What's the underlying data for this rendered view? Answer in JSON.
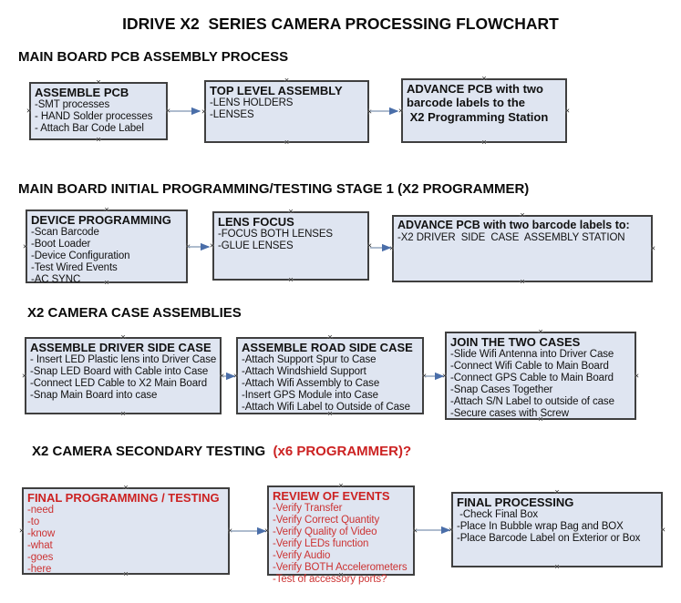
{
  "title": "IDRIVE X2  SERIES CAMERA PROCESSING FLOWCHART",
  "icons": {
    "connection_handle": "×"
  },
  "colors": {
    "box_fill": "#dfe5f1",
    "box_border": "#3f3f3f",
    "red_text": "#cc2222",
    "arrow_line": "#93a5bd",
    "arrow_head": "#4a6ea9"
  },
  "sections": [
    {
      "heading": "MAIN BOARD PCB ASSEMBLY PROCESS",
      "boxes": [
        {
          "title": "ASSEMBLE PCB",
          "items": [
            "-SMT processes",
            "- HAND Solder processes",
            "- Attach Bar Code Label"
          ]
        },
        {
          "title": "TOP LEVEL ASSEMBLY",
          "items": [
            "-LENS HOLDERS",
            "-LENSES"
          ]
        },
        {
          "title": "ADVANCE PCB with two",
          "items": [
            "barcode labels to the",
            " X2 Programming Station"
          ]
        }
      ]
    },
    {
      "heading": "MAIN BOARD INITIAL PROGRAMMING/TESTING STAGE 1 (X2 PROGRAMMER)",
      "boxes": [
        {
          "title": "DEVICE PROGRAMMING",
          "items": [
            "-Scan Barcode",
            "-Boot Loader",
            "-Device Configuration",
            "-Test Wired Events",
            "-AC SYNC"
          ]
        },
        {
          "title": "LENS FOCUS",
          "items": [
            "-FOCUS BOTH LENSES",
            "-GLUE LENSES"
          ]
        },
        {
          "title": "ADVANCE PCB with two barcode labels to:",
          "items": [
            "-X2 DRIVER  SIDE  CASE  ASSEMBLY STATION"
          ]
        }
      ]
    },
    {
      "heading": "X2 CAMERA CASE ASSEMBLIES",
      "boxes": [
        {
          "title": "ASSEMBLE DRIVER SIDE CASE",
          "items": [
            "- Insert LED Plastic lens into Driver Case",
            "-Snap LED Board with Cable into Case",
            "-Connect LED Cable to X2 Main Board",
            "-Snap Main Board into case"
          ]
        },
        {
          "title": "ASSEMBLE ROAD SIDE CASE",
          "items": [
            "-Attach Support Spur to Case",
            "-Attach Windshield Support",
            "-Attach Wifi Assembly to Case",
            "-Insert GPS Module into Case",
            "-Attach Wifi Label to Outside of Case"
          ]
        },
        {
          "title": "JOIN THE TWO CASES",
          "items": [
            "-Slide Wifi Antenna into Driver Case",
            "-Connect Wifi Cable to Main Board",
            "-Connect GPS Cable to Main Board",
            "-Snap Cases Together",
            "-Attach S/N Label to outside of case",
            "-Secure cases with Screw"
          ]
        }
      ]
    },
    {
      "heading": "X2 CAMERA SECONDARY TESTING  ",
      "heading_red": "(x6 PROGRAMMER)?",
      "boxes": [
        {
          "title": "FINAL PROGRAMMING / TESTING",
          "items": [
            "-need",
            "-to",
            "-know",
            "-what",
            "-goes",
            "-here"
          ]
        },
        {
          "title": "REVIEW OF EVENTS",
          "items": [
            "-Verify Transfer",
            "-Verify Correct Quantity",
            "-Verify Quality of Video",
            "-Verify LEDs function",
            "-Verify Audio",
            "-Verify BOTH Accelerometers",
            "-Test of accessory ports?"
          ]
        },
        {
          "title": "FINAL PROCESSING",
          "items": [
            " -Check Final Box",
            "-Place In Bubble wrap Bag and BOX",
            "-Place Barcode Label on Exterior or Box"
          ]
        }
      ]
    }
  ]
}
